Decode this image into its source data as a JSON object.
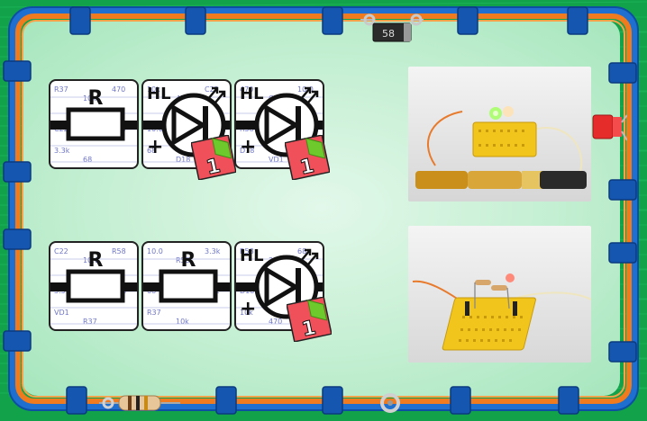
{
  "labels": {
    "resistor": "R",
    "led": "HL",
    "plus": "+",
    "badge_count": "1",
    "diode_marking": "58"
  },
  "rows": [
    {
      "tiles": [
        "resistor",
        "led",
        "led"
      ]
    },
    {
      "tiles": [
        "resistor",
        "resistor",
        "led"
      ]
    }
  ],
  "schematic_bg": [
    "R37",
    "10k",
    "470",
    "C22",
    "10.0",
    "R58",
    "3.3k",
    "68",
    "D18",
    "VD1"
  ],
  "colors": {
    "background": "#12a24a",
    "wire_orange": "#f07a1e",
    "wire_blue": "#1f6fd0",
    "clip_blue": "#1556b0",
    "badge_red": "#f0505a",
    "badge_green": "#6dc92c",
    "breadboard_yellow": "#f2c51c"
  },
  "icons": [
    "resistor-symbol",
    "led-symbol",
    "light-arrows-icon",
    "green-gem-icon",
    "breadboard-photo",
    "battery-icon",
    "diode-component",
    "resistor-component",
    "led-component"
  ]
}
